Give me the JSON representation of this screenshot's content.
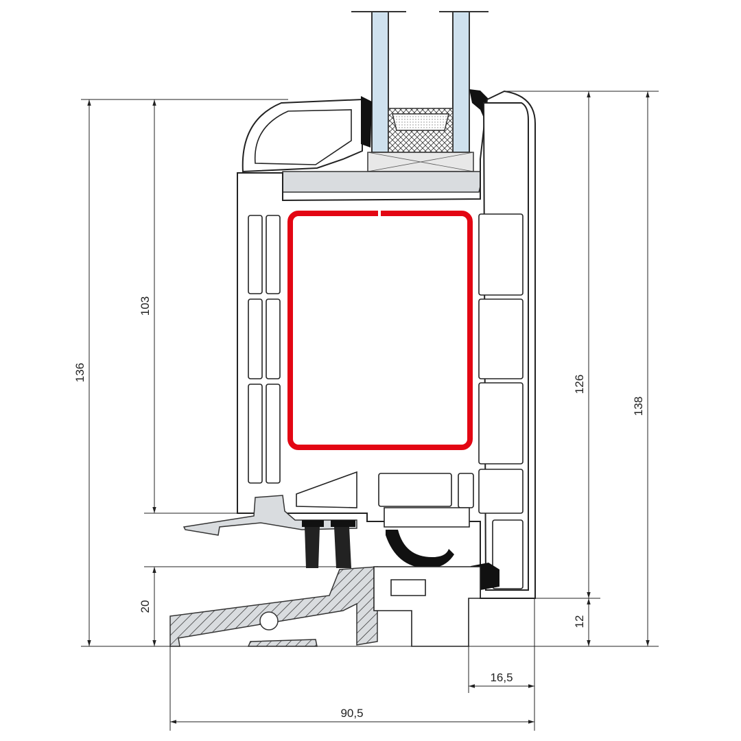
{
  "dimensions": {
    "left_total": "136",
    "left_sash": "103",
    "left_threshold": "20",
    "right_frame": "126",
    "right_total": "138",
    "right_bottom": "12",
    "bottom_offset": "16,5",
    "bottom_total": "90,5"
  },
  "colors": {
    "reinforcement": "#e30613",
    "glass": "#cfe1ee",
    "aluminium": "#d9dcdf",
    "gasket": "#111111"
  }
}
